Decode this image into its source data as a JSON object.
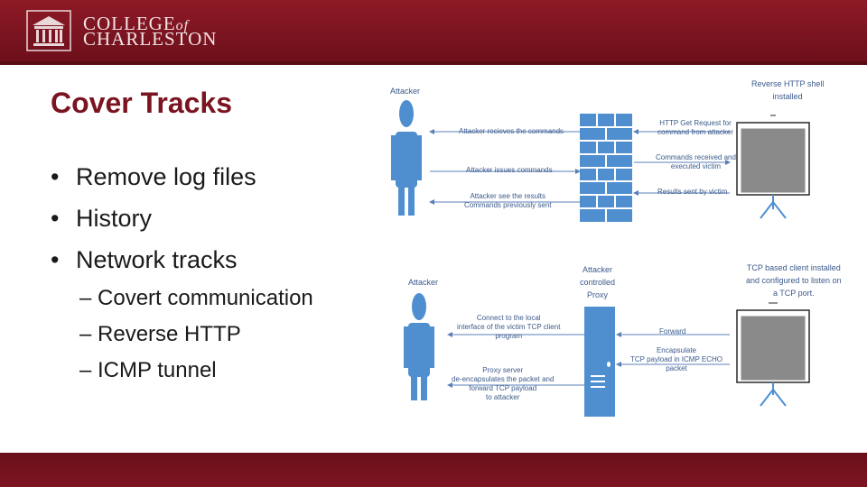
{
  "header": {
    "logo_line1": "COLLEGE",
    "logo_of": "of",
    "logo_line2": "CHARLESTON",
    "colors": {
      "banner": "#7a1420",
      "title": "#7a1420"
    }
  },
  "slide": {
    "title": "Cover Tracks",
    "bullets": [
      "Remove log files",
      "History",
      "Network tracks"
    ],
    "sub_bullets": [
      "– Covert communication",
      "– Reverse HTTP",
      "– ICMP tunnel"
    ]
  },
  "diagram": {
    "top": {
      "attacker": "Attacker",
      "server_title_1": "Reverse HTTP shell",
      "server_title_2": "installed",
      "left_msg_1": "Attacker recieves the commands",
      "left_msg_2": "Attacker issues commands",
      "left_msg_3a": "Attacker see the results",
      "left_msg_3b": "Commands previously sent",
      "right_msg_1a": "HTTP Get Request for",
      "right_msg_1b": "command from attacker",
      "right_msg_2a": "Commands received and",
      "right_msg_2b": "executed victim",
      "right_msg_3": "Results sent by victim"
    },
    "bottom": {
      "attacker": "Attacker",
      "proxy_1": "Attacker",
      "proxy_2": "controlled",
      "proxy_3": "Proxy",
      "client_1": "TCP based client installed",
      "client_2": "and configured to listen on",
      "client_3": "a TCP port.",
      "left_1a": "Connect to the local",
      "left_1b": "interface of the victim TCP client",
      "left_1c": "program",
      "left_2a": "Proxy server",
      "left_2b": "de-encapsulates the packet and",
      "left_2c": "forward TCP payload",
      "left_2d": "to attacker",
      "right_1": "Forward",
      "right_2a": "Encapsulate",
      "right_2b": "TCP payload in ICMP ECHO",
      "right_2c": "packet"
    }
  }
}
